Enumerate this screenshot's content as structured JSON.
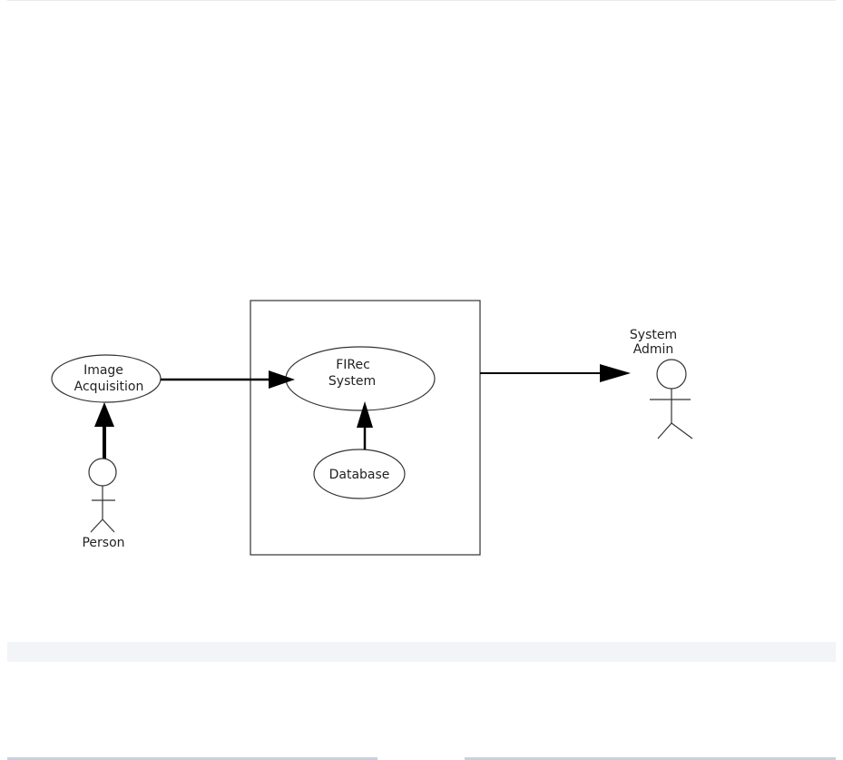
{
  "diagram": {
    "nodes": {
      "image_acquisition": {
        "line1": "Image",
        "line2": "Acquisition"
      },
      "firec_system": {
        "line1": "FIRec",
        "line2": "System"
      },
      "database": {
        "label": "Database"
      }
    },
    "actors": {
      "person": {
        "label": "Person"
      },
      "system_admin": {
        "line1": "System",
        "line2": "Admin"
      }
    }
  }
}
